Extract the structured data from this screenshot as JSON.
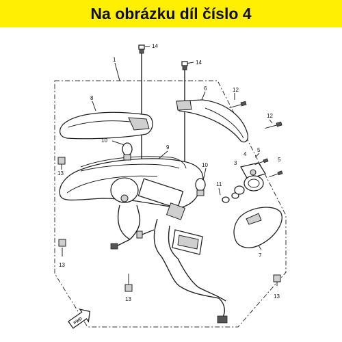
{
  "banner": {
    "text": "Na obrázku díl číslo 4",
    "color": "#ffef00"
  },
  "callouts": {
    "c1": "1",
    "c14a": "14",
    "c14b": "14",
    "c8": "8",
    "c6": "6",
    "c12a": "12",
    "c12b": "12",
    "c10a": "10",
    "c10b": "10",
    "c9": "9",
    "c4": "4",
    "c3": "3",
    "c5a": "5",
    "c5b": "5",
    "c11": "11",
    "c7": "7",
    "c13a": "13",
    "c13b": "13",
    "c13c": "13",
    "c13d": "13"
  },
  "fwd_label": "FWD"
}
